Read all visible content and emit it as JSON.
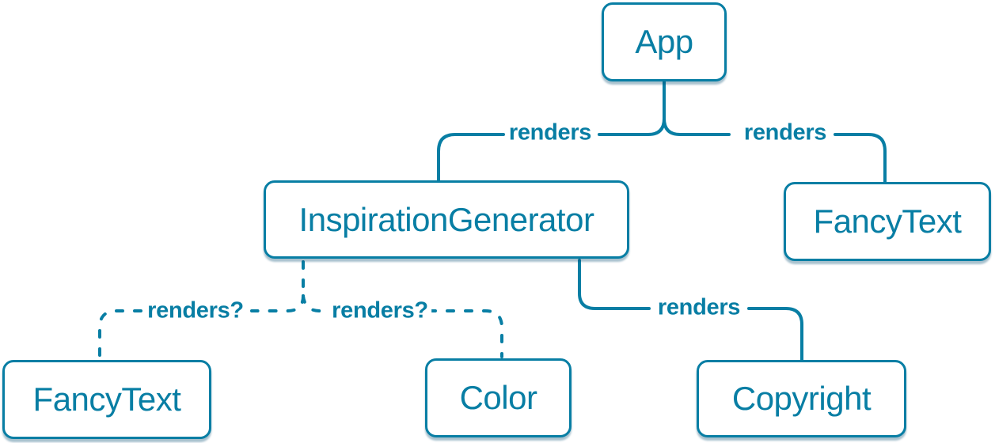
{
  "diagram": {
    "accent_color": "#087ea4",
    "node_fill": "#ffffff",
    "nodes": [
      {
        "id": "app",
        "label": "App"
      },
      {
        "id": "inspiration-generator",
        "label": "InspirationGenerator"
      },
      {
        "id": "fancy-text-top",
        "label": "FancyText"
      },
      {
        "id": "fancy-text-bottom",
        "label": "FancyText"
      },
      {
        "id": "color",
        "label": "Color"
      },
      {
        "id": "copyright",
        "label": "Copyright"
      }
    ],
    "edges": [
      {
        "from": "App",
        "to": "InspirationGenerator",
        "label": "renders",
        "style": "solid"
      },
      {
        "from": "App",
        "to": "FancyText",
        "label": "renders",
        "style": "solid"
      },
      {
        "from": "InspirationGenerator",
        "to": "FancyText",
        "label": "renders?",
        "style": "dashed"
      },
      {
        "from": "InspirationGenerator",
        "to": "Color",
        "label": "renders?",
        "style": "dashed"
      },
      {
        "from": "InspirationGenerator",
        "to": "Copyright",
        "label": "renders",
        "style": "solid"
      }
    ]
  }
}
